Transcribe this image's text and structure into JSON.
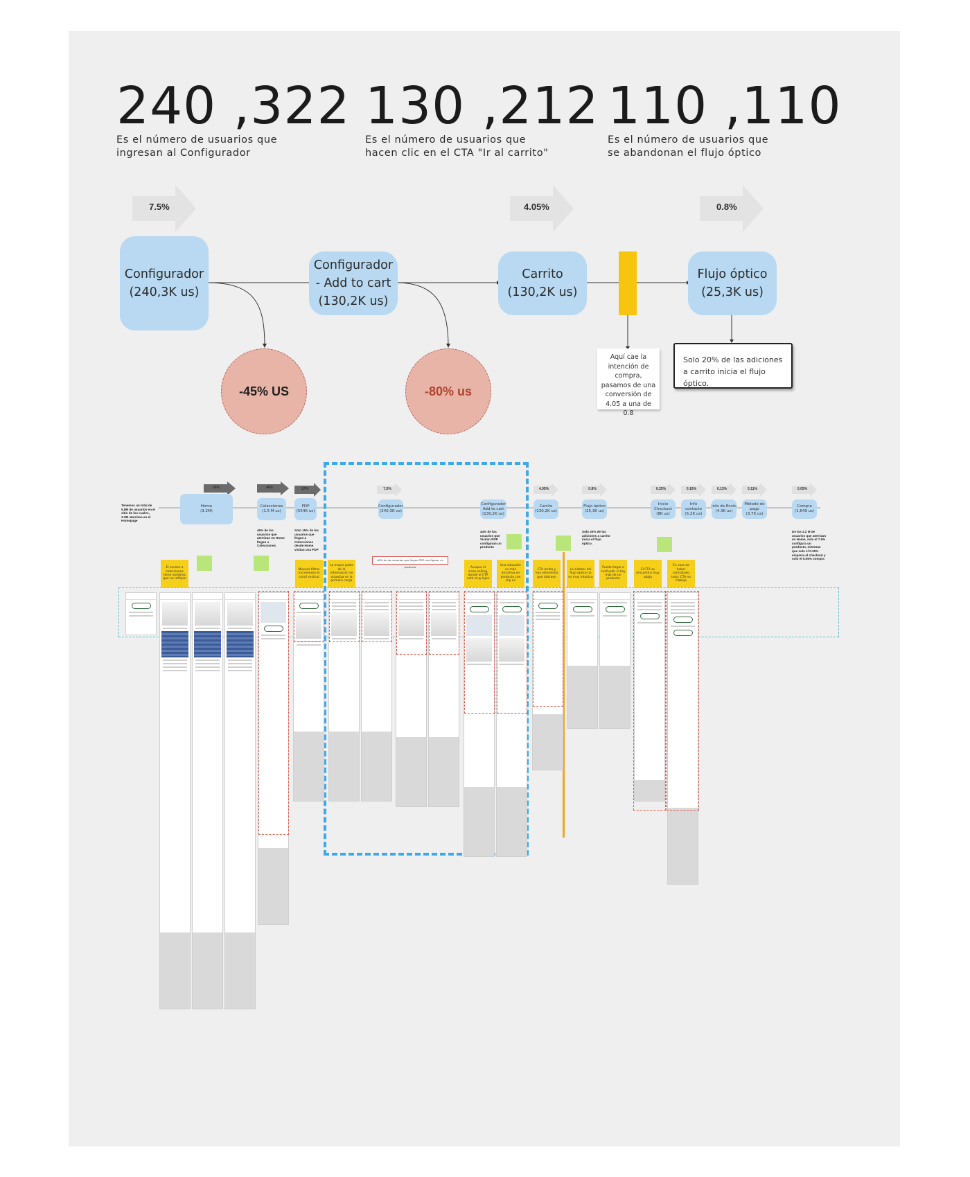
{
  "stats": [
    {
      "number": "240 ,322",
      "text_line1": "Es el número de usuarios que",
      "text_line2": "ingresan al Configurador"
    },
    {
      "number": "130 ,212",
      "text_line1": "Es el número de usuarios que",
      "text_line2": "hacen clic en el CTA \"Ir al carrito\""
    },
    {
      "number": "110 ,110",
      "text_line1": "Es el número de usuarios que",
      "text_line2": "se abandonan el flujo óptico"
    }
  ],
  "conversion_arrows": [
    "7.5%",
    "4.05%",
    "0.8%"
  ],
  "funnel_nodes": [
    {
      "line1": "Configurador",
      "line2": "(240,3K us)"
    },
    {
      "line1": "Configurador",
      "line2": "- Add to cart",
      "line3": "(130,2K us)"
    },
    {
      "line1": "Carrito",
      "line2": "(130,2K us)"
    },
    {
      "line1": "Flujo óptico",
      "line2": "(25,3K us)"
    }
  ],
  "drops": [
    {
      "label": "-45% US",
      "color": "#1e1e1e"
    },
    {
      "label": "-80% us",
      "color": "#b2432f"
    }
  ],
  "cart_note": "Aquí cae la intención de compra, pasamos de una conversión de 4.05 a una de 0.8",
  "optical_note": "Solo 20% de las adiciones a carrito inicia el flujo óptico.",
  "journey": {
    "intro_note": "Tenemos un total de 5.8M de usuarios en el sitio de los cuales, 3.2M aterrizan en el Homepage",
    "arrows": [
      "56%",
      "46%",
      "17%",
      "7.5%",
      "4.05%",
      "0.8%",
      "0.25%",
      "0.16%",
      "0.13%",
      "0.11%",
      "0.05%"
    ],
    "nodes": [
      {
        "label": "Home",
        "value": "(3.2M)"
      },
      {
        "label": "Colecciones",
        "value": "(1.5 M us)"
      },
      {
        "label": "PDP",
        "value": "(554K us)"
      },
      {
        "label": "Configurador",
        "value": "(240,3K us)"
      },
      {
        "label": "Configurador Add to cart",
        "value": "(130,2K us)"
      },
      {
        "label": "Carrito",
        "value": "(130,2K us)"
      },
      {
        "label": "Flujo óptico",
        "value": "(25,3K us)"
      },
      {
        "label": "Inicio Checkout",
        "value": "(8K us)"
      },
      {
        "label": "Info contacto",
        "value": "(5.2K us)"
      },
      {
        "label": "Info de Envío",
        "value": "(4.3K us)"
      },
      {
        "label": "Método de pago",
        "value": "(3.7K us)"
      },
      {
        "label": "Compra",
        "value": "(1,649 us)"
      }
    ],
    "notes": [
      "46% de los usuarios que aterrizan en Home llegan a Colecciones",
      "Solo 15% de los usuarios que llegan a Colecciones desde Home visitan una PDP",
      "44% de los usuarios que Visitan PDP configuran un producto",
      "Solo 20% de las adiciones a carrito inicia el flujo óptico.",
      "De los 3.2 M de usuarios que aterrizan en Home, solo el 7.5% configura un producto, mientras que solo el 0.25% empieza el checkout y solo el 0.05% compra"
    ],
    "stickies": [
      "El acceso a colecciones tiene nombres que no reflejan",
      "Muevas filtros incrementa el scroll vertical",
      "La mayor parte de la información se visualiza en la primera carga",
      "Aunque el cross-selling, donde el CTA está muy lejos",
      "Una situación es más atractiva en producto con clip on",
      "CTA arriba y hay elementos que distraen",
      "La sidebar del flujo óptico no es muy intuitiva",
      "Puede llegar a confundir si hay más de un producto",
      "El CTA se encuentra muy abajo",
      "En caso de haber contratado todo, CTA no trabaja"
    ],
    "banner": "48% de los usuarios que llegan PDP con figurar un producto"
  },
  "colors": {
    "node": "#b8d9f1",
    "drop": "#e8b4a8",
    "accent": "#f7c410",
    "arrow": "#e3e3e3",
    "board": "#efefef"
  }
}
